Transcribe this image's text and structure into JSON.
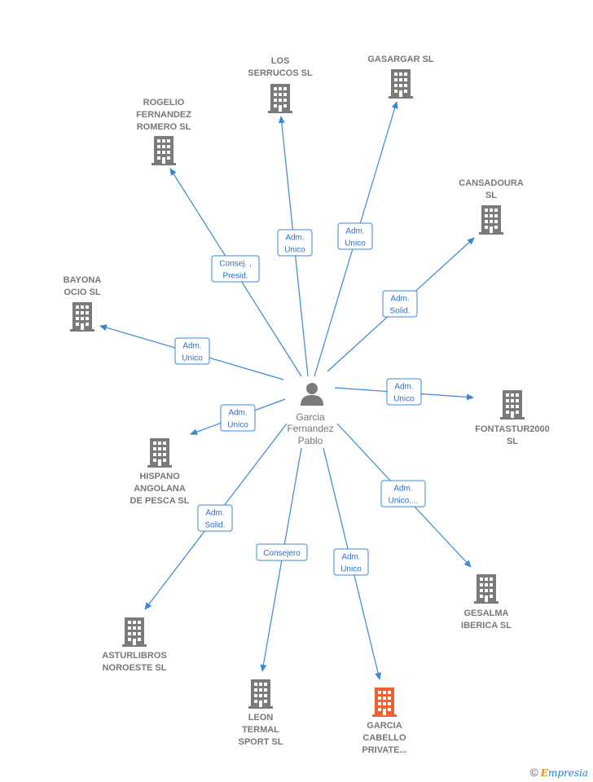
{
  "colors": {
    "edge": "#3a87d8",
    "building": "#7a7a7a",
    "building_highlight": "#f06030",
    "label": "#777777",
    "role_border": "#3a87d8",
    "role_text": "#2a6fd6"
  },
  "center": {
    "name_lines": [
      "Garcia",
      "Fernandez",
      "Pablo"
    ],
    "icon": "person-icon"
  },
  "companies": [
    {
      "id": "los-serrucos",
      "lines": [
        "LOS",
        "SERRUCOS SL"
      ],
      "role_lines": [
        "Adm.",
        "Unico"
      ],
      "highlight": false
    },
    {
      "id": "gasargar",
      "lines": [
        "GASARGAR  SL"
      ],
      "role_lines": [
        "Adm.",
        "Unico"
      ],
      "highlight": false
    },
    {
      "id": "rogelio-fernandez",
      "lines": [
        "ROGELIO",
        "FERNANDEZ",
        "ROMERO SL"
      ],
      "role_lines": [
        "Consej. ,",
        "Presid."
      ],
      "highlight": false
    },
    {
      "id": "cansadoura",
      "lines": [
        "CANSADOURA",
        "SL"
      ],
      "role_lines": [
        "Adm.",
        "Solid."
      ],
      "highlight": false
    },
    {
      "id": "bayona-ocio",
      "lines": [
        "BAYONA",
        "OCIO SL"
      ],
      "role_lines": [
        "Adm.",
        "Unico"
      ],
      "highlight": false
    },
    {
      "id": "fontastur2000",
      "lines": [
        "FONTASTUR2000",
        "SL"
      ],
      "role_lines": [
        "Adm.",
        "Unico"
      ],
      "highlight": false
    },
    {
      "id": "hispano-angolana",
      "lines": [
        "HISPANO",
        "ANGOLANA",
        "DE PESCA  SL"
      ],
      "role_lines": [
        "Adm.",
        "Unico"
      ],
      "highlight": false
    },
    {
      "id": "gesalma-iberica",
      "lines": [
        "GESALMA",
        "IBERICA  SL"
      ],
      "role_lines": [
        "Adm.",
        "Unico,..."
      ],
      "highlight": false
    },
    {
      "id": "asturlibros",
      "lines": [
        "ASTURLIBROS",
        "NOROESTE  SL"
      ],
      "role_lines": [
        "Adm.",
        "Solid."
      ],
      "highlight": false
    },
    {
      "id": "leon-termal",
      "lines": [
        "LEON",
        "TERMAL",
        "SPORT SL"
      ],
      "role_lines": [
        "Consejero"
      ],
      "highlight": false
    },
    {
      "id": "garcia-cabello",
      "lines": [
        "GARCIA",
        "CABELLO",
        "PRIVATE..."
      ],
      "role_lines": [
        "Adm.",
        "Unico"
      ],
      "highlight": true
    }
  ],
  "footer": {
    "copyright_symbol": "©",
    "brand_initial": "E",
    "brand_rest": "mpresia"
  }
}
